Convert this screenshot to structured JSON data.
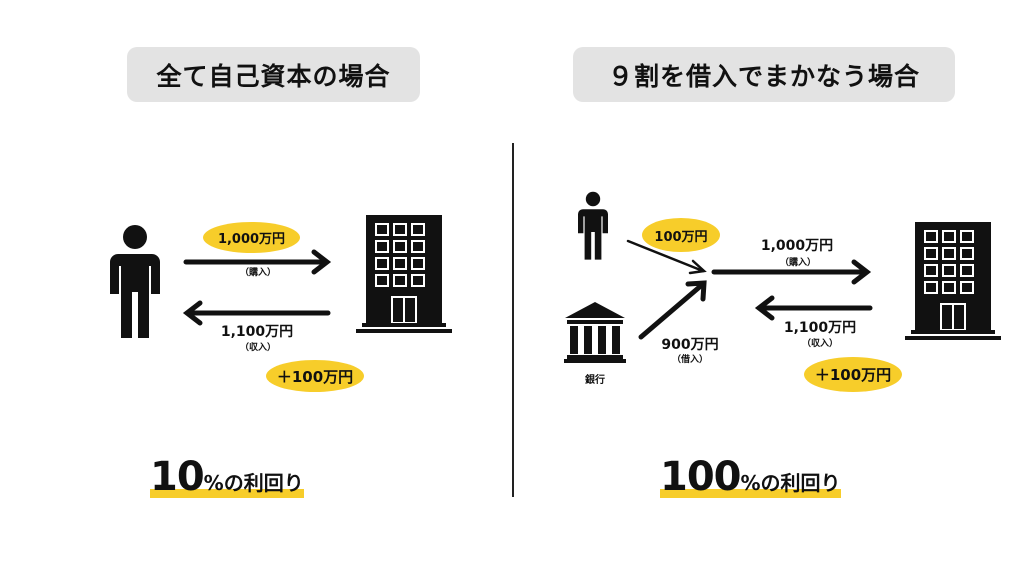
{
  "left": {
    "title": "全て自己資本の場合",
    "purchase_amount": "1,000万円",
    "purchase_note": "（購入）",
    "income_amount": "1,100万円",
    "income_note": "（収入）",
    "profit": "＋100万円",
    "yield_value": "10",
    "yield_suffix": "%の利回り"
  },
  "right": {
    "title": "９割を借入でまかなう場合",
    "own_funds": "100万円",
    "purchase_amount": "1,000万円",
    "purchase_note": "（購入）",
    "loan_amount": "900万円",
    "loan_note": "（借入）",
    "bank_label": "銀行",
    "income_amount": "1,100万円",
    "income_note": "（収入）",
    "profit": "＋100万円",
    "yield_value": "100",
    "yield_suffix": "%の利回り"
  },
  "colors": {
    "accent": "#f7cd2a",
    "pill": "#e3e3e3",
    "ink": "#111111"
  }
}
